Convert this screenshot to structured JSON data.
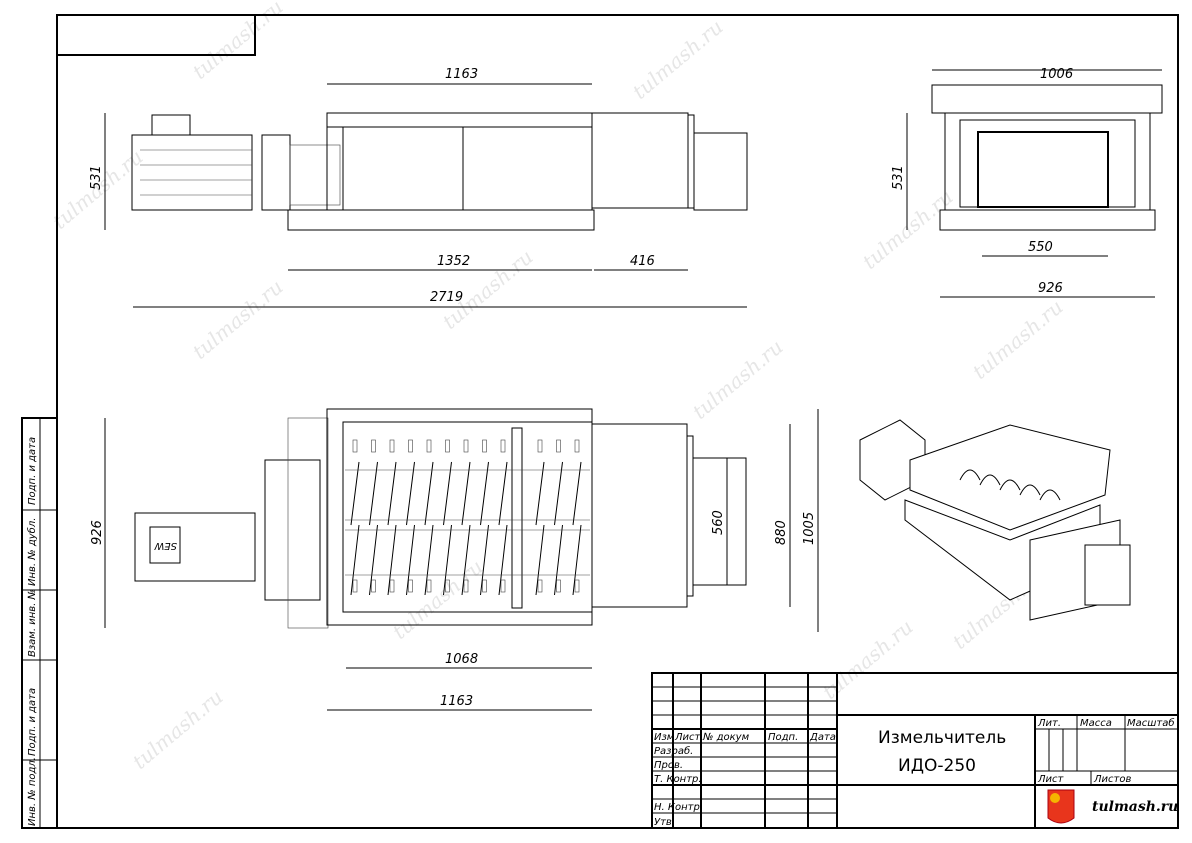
{
  "title_block": {
    "product_name": "Измельчитель",
    "product_model": "ИДО-250",
    "headers": {
      "izm": "Изм",
      "list": "Лист",
      "doc_no": "№ докум",
      "sign": "Подп.",
      "date": "Дата"
    },
    "roles": [
      "Разраб.",
      "Пров.",
      "Т. Контр.",
      "",
      "Н. Контр.",
      "Утв."
    ],
    "lit": "Лит.",
    "mass": "Масса",
    "scale": "Масштаб",
    "sheet": "Лист",
    "sheets": "Листов",
    "logo_text": "tulmash.ru"
  },
  "side_strip": [
    "Подп. и дата",
    "Инв. № дубл.",
    "Взам. инв. №",
    "Подп. и дата",
    "Инв. № подл."
  ],
  "watermark": "tulmash.ru",
  "motor_brand": "SEW",
  "views": {
    "front": {
      "dims": {
        "top_length": "1163",
        "height": "531",
        "frame_length": "1352",
        "outlet_length": "416",
        "overall_length": "2719"
      }
    },
    "side": {
      "dims": {
        "width_top": "1006",
        "height": "531",
        "opening": "550",
        "base_width": "926"
      }
    },
    "plan": {
      "dims": {
        "width": "926",
        "outlet_height": "560",
        "inner": "880",
        "overall": "1005",
        "chamber_inner": "1068",
        "chamber_outer": "1163"
      }
    }
  },
  "colors": {
    "logo_red": "#e8351c",
    "logo_yellow": "#f5b400"
  }
}
